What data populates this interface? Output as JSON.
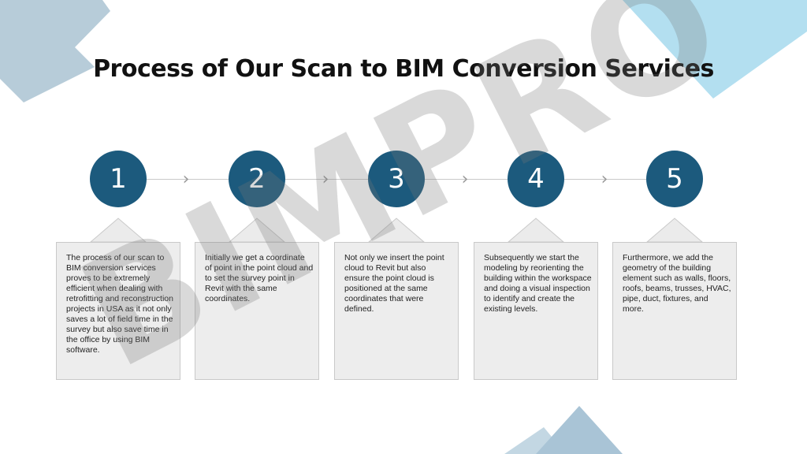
{
  "title": "Process of Our Scan to BIM Conversion Services",
  "watermark_text": "BIMPRO",
  "colors": {
    "circle": "#1c5a7d",
    "card_bg": "#ebebeb",
    "deco_left": "#b7ccd9",
    "deco_right": "#b3dff0",
    "deco_bottom": "#a9c4d6"
  },
  "steps": [
    {
      "number": "1",
      "text": "The process of our scan to BIM conversion services proves to be extremely efficient when dealing with retrofitting and reconstruction projects in USA as it not only saves a lot of field time in the survey but also save time in the office by using BIM software."
    },
    {
      "number": "2",
      "text": "Initially we get a coordinate of point in the point cloud and to set the survey point in Revit with the same coordinates."
    },
    {
      "number": "3",
      "text": "Not only we insert the point cloud to Revit but also ensure the point cloud is positioned at the same coordinates that were defined."
    },
    {
      "number": "4",
      "text": "Subsequently we start the modeling by reorienting the building within the workspace and doing a visual inspection to identify and create the existing levels."
    },
    {
      "number": "5",
      "text": "Furthermore, we add the geometry of the building element such as walls, floors, roofs, beams, trusses, HVAC, pipe, duct, fixtures, and more."
    }
  ],
  "connector_icon": "chevron-right-icon"
}
